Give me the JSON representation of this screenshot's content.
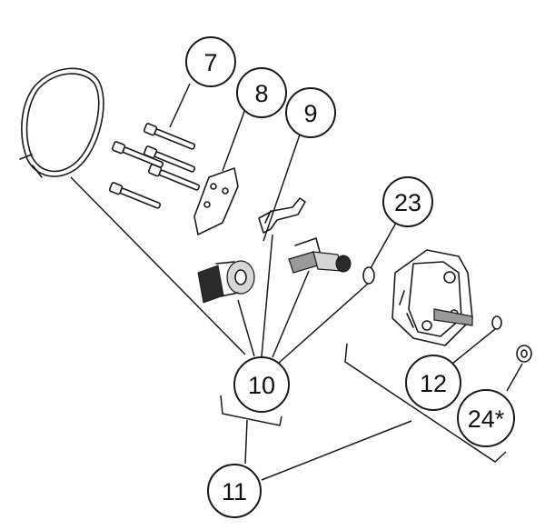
{
  "callouts": [
    {
      "id": "c7",
      "label": "7"
    },
    {
      "id": "c8",
      "label": "8"
    },
    {
      "id": "c9",
      "label": "9"
    },
    {
      "id": "c23",
      "label": "23"
    },
    {
      "id": "c10",
      "label": "10"
    },
    {
      "id": "c12",
      "label": "12"
    },
    {
      "id": "c24",
      "label": "24*"
    },
    {
      "id": "c11",
      "label": "11"
    }
  ]
}
